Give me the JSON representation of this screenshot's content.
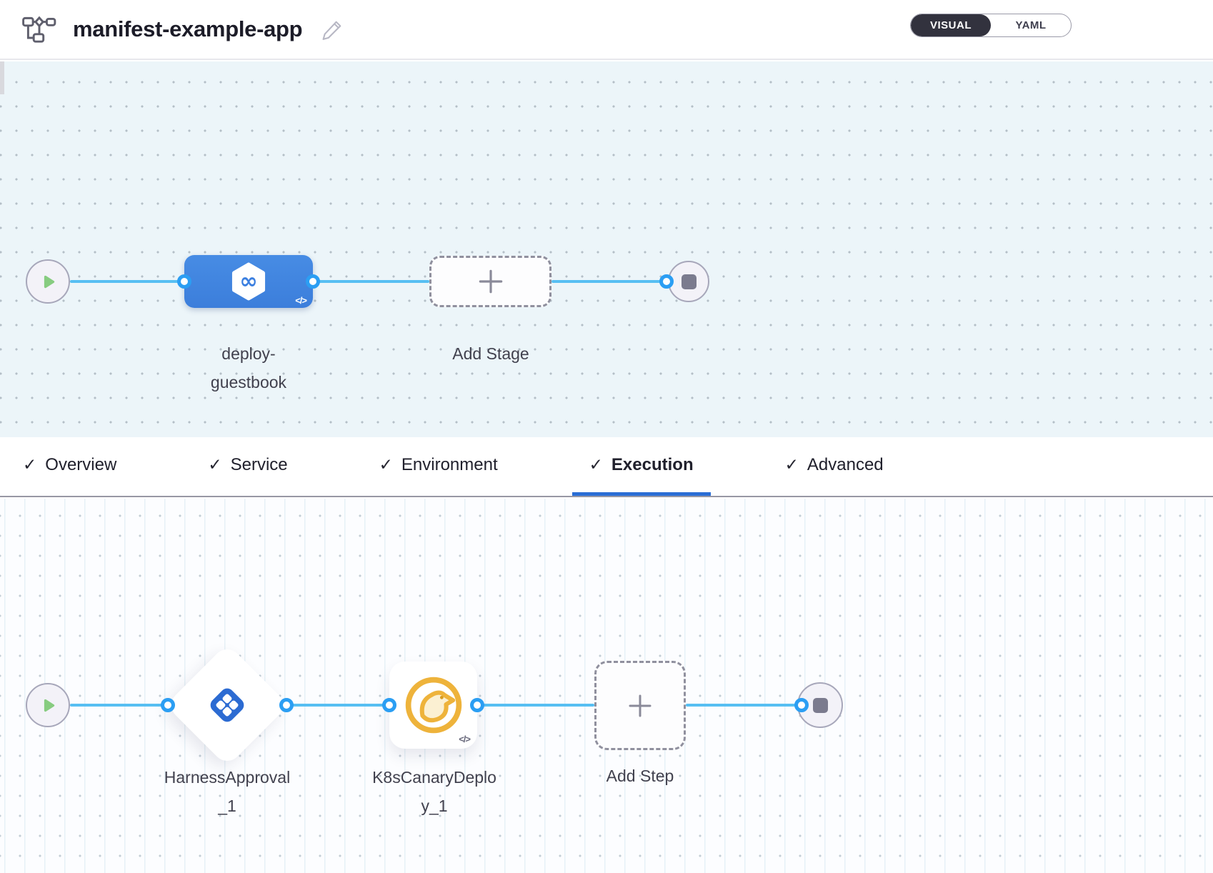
{
  "header": {
    "title": "manifest-example-app",
    "view_toggle": {
      "visual_label": "VISUAL",
      "yaml_label": "YAML",
      "selected": "VISUAL"
    }
  },
  "stage_canvas": {
    "stage_label": "deploy-guestbook",
    "add_stage_label": "Add Stage",
    "code_badge": "</>"
  },
  "tab_bar": {
    "check_glyph": "✓",
    "tabs": [
      {
        "label": "Overview",
        "checked": true,
        "active": false
      },
      {
        "label": "Service",
        "checked": true,
        "active": false
      },
      {
        "label": "Environment",
        "checked": true,
        "active": false
      },
      {
        "label": "Execution",
        "checked": true,
        "active": true
      },
      {
        "label": "Advanced",
        "checked": true,
        "active": false
      }
    ]
  },
  "execution_canvas": {
    "steps": [
      {
        "name": "HarnessApproval_1",
        "type": "approval"
      },
      {
        "name": "K8sCanaryDeploy_1",
        "type": "canary-deploy",
        "code_badge": "</>"
      }
    ],
    "add_step_label": "Add Step"
  },
  "colors": {
    "stage_node_blue": "#3f82de",
    "connector_blue": "#57bff2",
    "port_ring_blue": "#2b9ef3",
    "tab_underline_blue": "#2a6dd5",
    "approval_icon_blue": "#2c6bd2",
    "canary_yellow": "#eeb33b",
    "play_green": "#87cc80",
    "stage_canvas_bg": "#ecf5f9",
    "exec_canvas_bg": "#fcfdff",
    "toggle_dark": "#32323e"
  }
}
